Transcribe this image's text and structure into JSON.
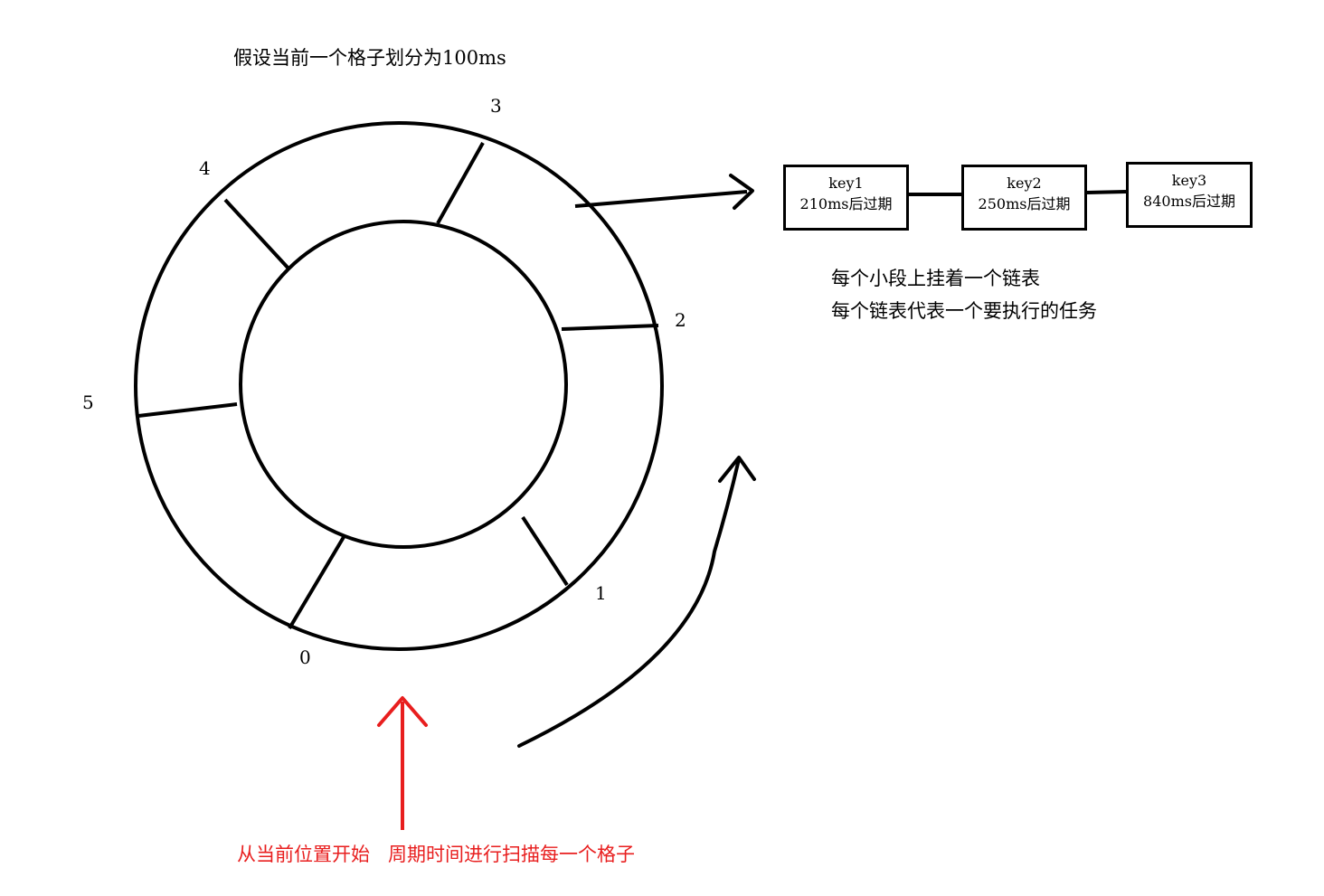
{
  "title": "假设当前一个格子划分为100ms",
  "wheel": {
    "slots": [
      "0",
      "1",
      "2",
      "3",
      "4",
      "5"
    ]
  },
  "linked_list": {
    "nodes": [
      {
        "key": "key1",
        "expiry": "210ms后过期"
      },
      {
        "key": "key2",
        "expiry": "250ms后过期"
      },
      {
        "key": "key3",
        "expiry": "840ms后过期"
      }
    ]
  },
  "notes": [
    "每个小段上挂着一个链表",
    "每个链表代表一个要执行的任务"
  ],
  "scan_caption": "从当前位置开始   周期时间进行扫描每一个格子",
  "colors": {
    "ink": "#000000",
    "highlight": "#e81e1e"
  }
}
